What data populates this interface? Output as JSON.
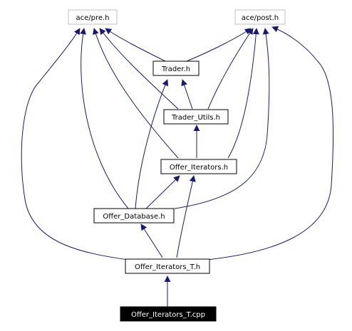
{
  "nodes": {
    "ace_pre": {
      "label": "ace/pre.h",
      "style": "external"
    },
    "ace_post": {
      "label": "ace/post.h",
      "style": "external"
    },
    "trader": {
      "label": "Trader.h",
      "style": "normal"
    },
    "trader_utils": {
      "label": "Trader_Utils.h",
      "style": "normal"
    },
    "offer_iterators": {
      "label": "Offer_Iterators.h",
      "style": "normal"
    },
    "offer_database": {
      "label": "Offer_Database.h",
      "style": "normal"
    },
    "offer_iterators_t": {
      "label": "Offer_Iterators_T.h",
      "style": "normal"
    },
    "cpp": {
      "label": "Offer_Iterators_T.cpp",
      "style": "root"
    }
  },
  "edges": [
    {
      "from": "cpp",
      "to": "offer_iterators_t"
    },
    {
      "from": "offer_iterators_t",
      "to": "ace_pre"
    },
    {
      "from": "offer_iterators_t",
      "to": "ace_post"
    },
    {
      "from": "offer_iterators_t",
      "to": "offer_database"
    },
    {
      "from": "offer_iterators_t",
      "to": "offer_iterators"
    },
    {
      "from": "offer_database",
      "to": "ace_pre"
    },
    {
      "from": "offer_database",
      "to": "ace_post"
    },
    {
      "from": "offer_database",
      "to": "trader"
    },
    {
      "from": "offer_database",
      "to": "offer_iterators"
    },
    {
      "from": "offer_iterators",
      "to": "ace_pre"
    },
    {
      "from": "offer_iterators",
      "to": "ace_post"
    },
    {
      "from": "offer_iterators",
      "to": "trader_utils"
    },
    {
      "from": "trader_utils",
      "to": "ace_pre"
    },
    {
      "from": "trader_utils",
      "to": "ace_post"
    },
    {
      "from": "trader_utils",
      "to": "trader"
    },
    {
      "from": "trader",
      "to": "ace_pre"
    },
    {
      "from": "trader",
      "to": "ace_post"
    }
  ],
  "colors": {
    "edge": "#191970",
    "external_border": "#bfbfbf",
    "normal_border": "#000000",
    "root_fill": "#000000",
    "root_text": "#ffffff",
    "text": "#000000"
  }
}
